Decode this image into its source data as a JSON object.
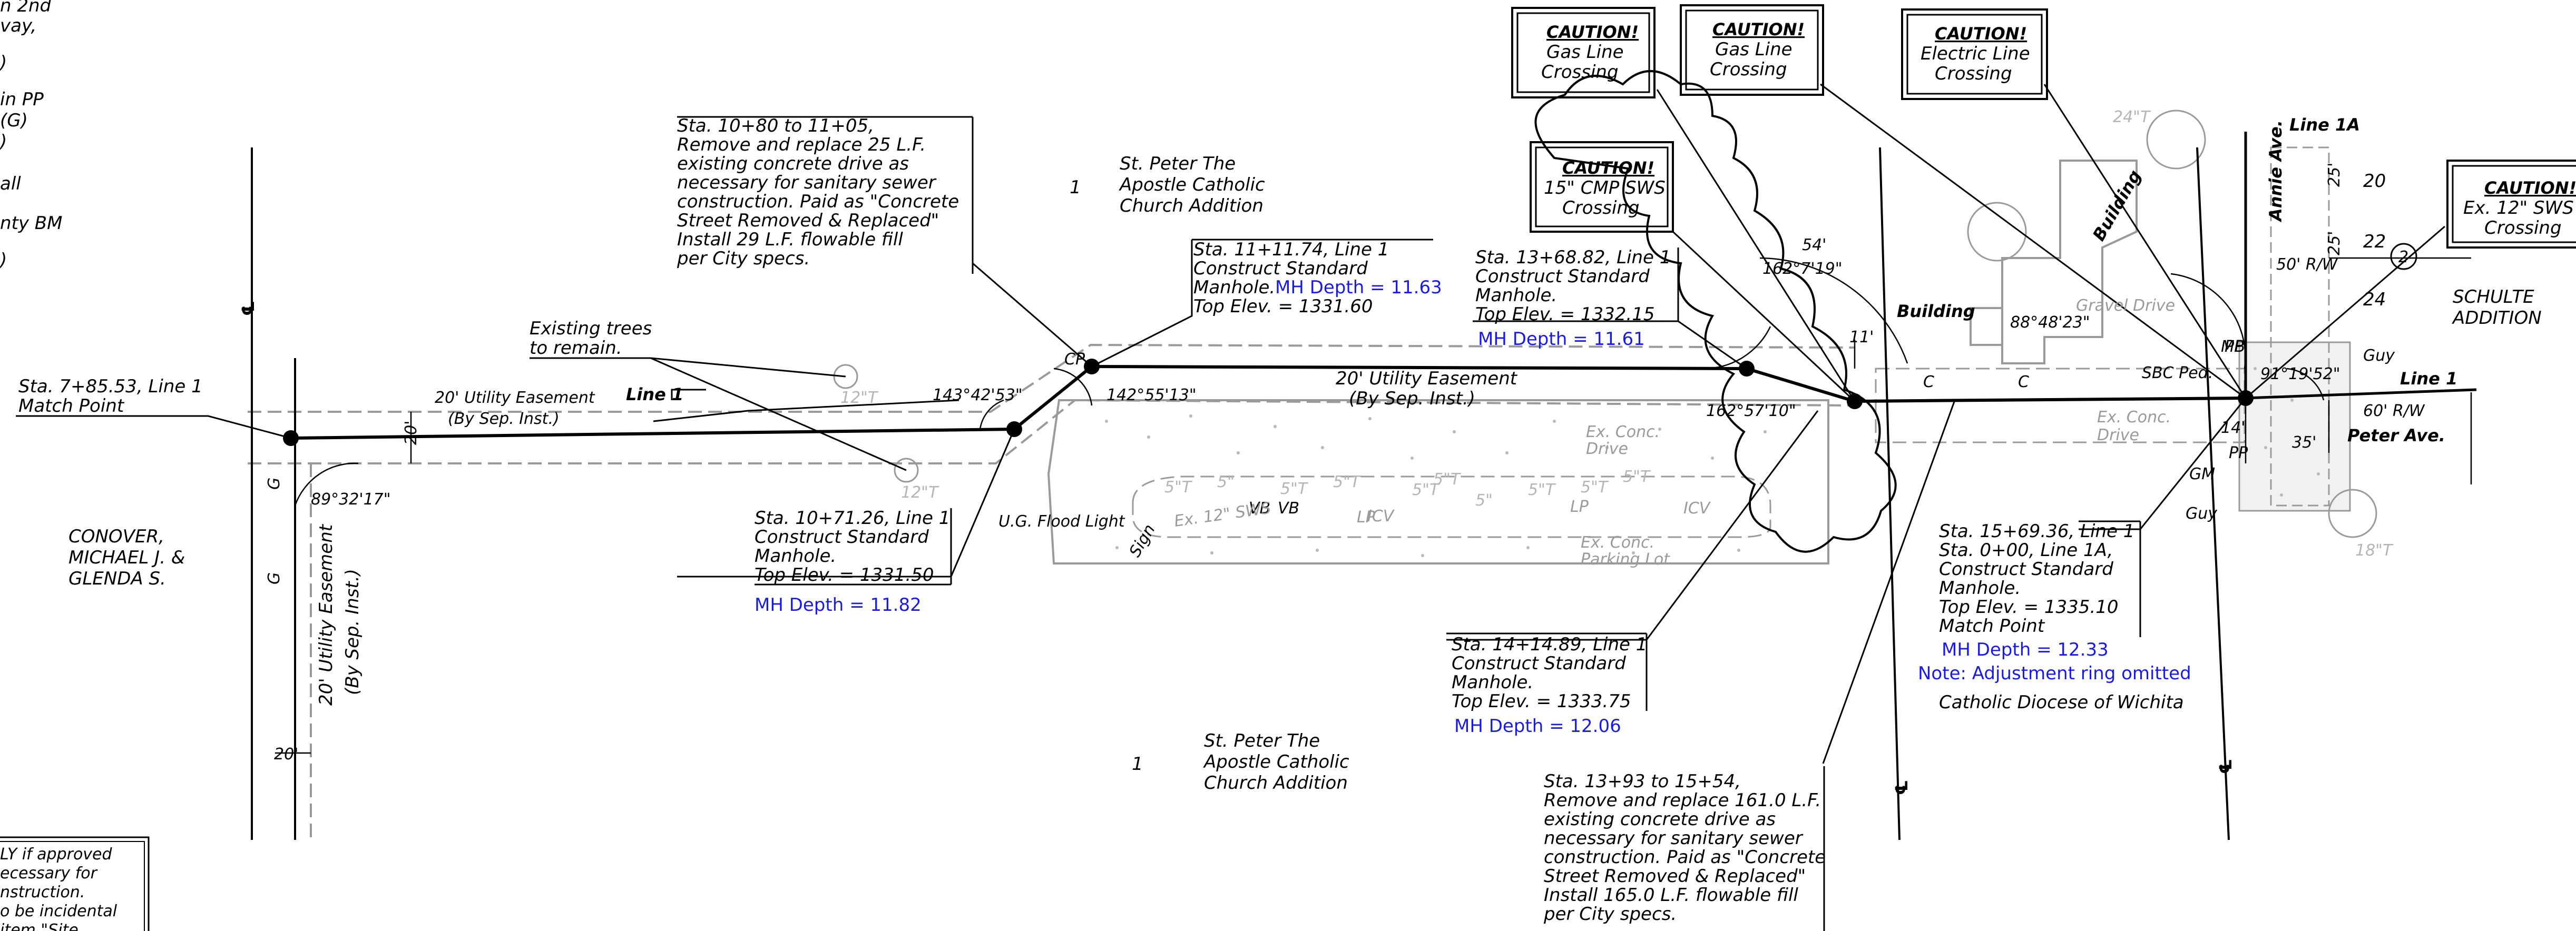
{
  "notes": {
    "left_fragments": [
      "n 2nd",
      "vay,",
      ")",
      "in PP",
      "(G)",
      ")",
      "all",
      "nty BM",
      ")"
    ],
    "corner_box": [
      "LY if approved",
      "ecessary for",
      "nstruction.",
      "o be incidental",
      "item \"Site"
    ]
  },
  "owners": {
    "conover": [
      "CONOVER,",
      "MICHAEL J. &",
      "GLENDA S."
    ],
    "st_peter_top": [
      "St. Peter The",
      "Apostle Catholic",
      "Church Addition"
    ],
    "st_peter_bottom": [
      "St. Peter The",
      "Apostle Catholic",
      "Church Addition"
    ],
    "lot_number_top": "1",
    "lot_number_bottom": "1",
    "schulte": [
      "SCHULTE",
      "ADDITION"
    ],
    "diocese": "Catholic Diocese of Wichita"
  },
  "callouts": {
    "match_point_left": [
      "Sta. 7+85.53, Line 1",
      "Match Point"
    ],
    "existing_trees": [
      "Existing trees",
      "to remain."
    ],
    "concrete_drive_1": [
      "Sta. 10+80 to 11+05,",
      "Remove and replace 25 L.F.",
      "existing concrete drive as",
      "necessary for sanitary sewer",
      "construction.  Paid as \"Concrete",
      "Street Removed & Replaced\"",
      "Install 29 L.F. flowable fill",
      "per City specs."
    ],
    "mh_1071": [
      "Sta. 10+71.26, Line 1",
      "Construct Standard",
      "Manhole.",
      "Top Elev. = 1331.50"
    ],
    "mh_1071_depth": "MH Depth = 11.82",
    "mh_1111": [
      "Sta. 11+11.74, Line 1",
      "Construct Standard",
      "Manhole.",
      "Top Elev. = 1331.60"
    ],
    "mh_1111_depth": "MH Depth = 11.63",
    "mh_1368": [
      "Sta. 13+68.82, Line 1",
      "Construct Standard",
      "Manhole.",
      "Top Elev. = 1332.15"
    ],
    "mh_1368_depth": "MH Depth = 11.61",
    "mh_1414": [
      "Sta. 14+14.89, Line 1",
      "Construct Standard",
      "Manhole.",
      "Top Elev. = 1333.75"
    ],
    "mh_1414_depth": "MH Depth = 12.06",
    "concrete_drive_2": [
      "Sta. 13+93 to 15+54,",
      "Remove and replace 161.0 L.F.",
      "existing concrete drive as",
      "necessary for sanitary sewer",
      "construction. Paid as \"Concrete",
      "Street Removed & Replaced\"",
      "Install 165.0 L.F. flowable fill",
      "per City specs."
    ],
    "mh_1569": [
      "Sta. 15+69.36, Line 1",
      "Sta. 0+00, Line 1A,",
      "Construct Standard",
      "Manhole.",
      "Top Elev. = 1335.10",
      "Match Point"
    ],
    "mh_1569_depth": "MH Depth = 12.33",
    "mh_1569_note": "Note: Adjustment ring omitted"
  },
  "cautions": [
    {
      "title": "CAUTION!",
      "lines": [
        "Gas Line",
        "Crossing"
      ]
    },
    {
      "title": "CAUTION!",
      "lines": [
        "Gas Line",
        "Crossing"
      ]
    },
    {
      "title": "CAUTION!",
      "lines": [
        "Electric Line",
        "Crossing"
      ]
    },
    {
      "title": "CAUTION!",
      "lines": [
        "15\" CMP SWS",
        "Crossing"
      ]
    },
    {
      "title": "CAUTION!",
      "lines": [
        "Ex. 12\" SWS",
        "Crossing"
      ]
    }
  ],
  "line_labels": {
    "line1_left": "Line 1",
    "line1_right": "Line 1",
    "line1a": "Line 1A"
  },
  "easements": {
    "left": [
      "20' Utility Easement",
      "(By Sep. Inst.)"
    ],
    "center": [
      "20' Utility Easement",
      "(By Sep. Inst.)"
    ],
    "vertical": [
      "20' Utility Easement",
      "(By Sep. Inst.)"
    ]
  },
  "dimensions": {
    "angle_left": "89°32'17\"",
    "angle_1071": "143°42'53\"",
    "angle_1111": "142°55'13\"",
    "angle_1368": "162°57'10\"",
    "angle_162_7": "162°7'19\"",
    "angle_88": "88°48'23\"",
    "angle_91": "91°19'52\"",
    "dim_20": "20'",
    "dim_20b": "20'",
    "dim_54": "54'",
    "dim_11": "11'",
    "dim_14": "14'",
    "dim_35": "35'",
    "dim_50rw": "50' R/W",
    "dim_60rw": "60' R/W",
    "dim_25a": "25'",
    "dim_25b": "25'"
  },
  "site_labels": {
    "cp": "CP",
    "flood_light": "U.G. Flood Light",
    "sign": "Sign",
    "vb1": "VB",
    "vb2": "VB",
    "icv1": "ICV",
    "icv2": "ICV",
    "lp1": "LP",
    "lp2": "LP",
    "ex_conc_drive": [
      "Ex. Conc.",
      "Drive"
    ],
    "ex_conc_lot": [
      "Ex. Conc.",
      "Parking Lot"
    ],
    "ex_conc_drive2": [
      "Ex. Conc.",
      "Drive"
    ],
    "gravel_drive": "Gravel Drive",
    "ex_12_sws": "Ex. 12\" SWS",
    "building1": "Building",
    "building2": "Building",
    "sbc_ped": "SBC Ped.",
    "mb": "MB",
    "guy1": "Guy",
    "guy2": "Guy",
    "gm": "GM",
    "pp1": "PP",
    "pp2": "PP",
    "annie": "Annie Ave.",
    "peter": "Peter Ave.",
    "lot20": "20",
    "lot22": "22",
    "lot24": "24",
    "lot2": "2",
    "g1": "G",
    "g2": "G",
    "c1": "C",
    "c2": "C",
    "tree_12a": "12\"T",
    "tree_12b": "12\"T",
    "tree_24": "24\"T",
    "tree_18": "18\"T",
    "trees_small": [
      "5\"T",
      "5\"",
      "5\"T",
      "5\"T",
      "5\"T",
      "5\"T",
      "5\"",
      "5\"T",
      "5\"T",
      "5\"T"
    ],
    "cl": "℄"
  },
  "colors": {
    "ink": "#000000",
    "existing": "#9a9a9a",
    "depth_text": "#1a1ae6"
  }
}
